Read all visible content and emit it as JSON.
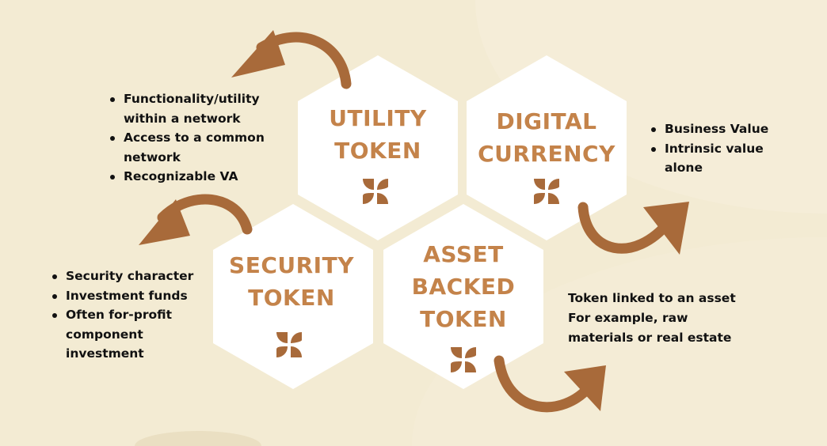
{
  "colors": {
    "background": "#f3ebd3",
    "hexagon": "#ffffff",
    "title": "#c4834a",
    "arrow": "#a86a3a",
    "text": "#111111"
  },
  "hexagons": [
    {
      "id": "utility",
      "title_lines": [
        "UTILITY",
        "TOKEN"
      ],
      "icon": "four-leaf-icon"
    },
    {
      "id": "digital",
      "title_lines": [
        "DIGITAL",
        "CURRENCY"
      ],
      "icon": "four-leaf-icon"
    },
    {
      "id": "security",
      "title_lines": [
        "SECURITY",
        "TOKEN"
      ],
      "icon": "four-leaf-icon"
    },
    {
      "id": "asset",
      "title_lines": [
        "ASSET",
        "BACKED",
        "TOKEN"
      ],
      "icon": "four-leaf-icon"
    }
  ],
  "utility_points": [
    "Functionality/utility within a network",
    "Access to a common network",
    "Recognizable VA"
  ],
  "digital_points": [
    "Business Value",
    "Intrinsic value alone"
  ],
  "security_points": [
    "Security character",
    "Investment funds",
    "Often for-profit component investment"
  ],
  "asset_text": [
    "Token linked to an asset",
    "For example, raw",
    "materials or real estate"
  ]
}
